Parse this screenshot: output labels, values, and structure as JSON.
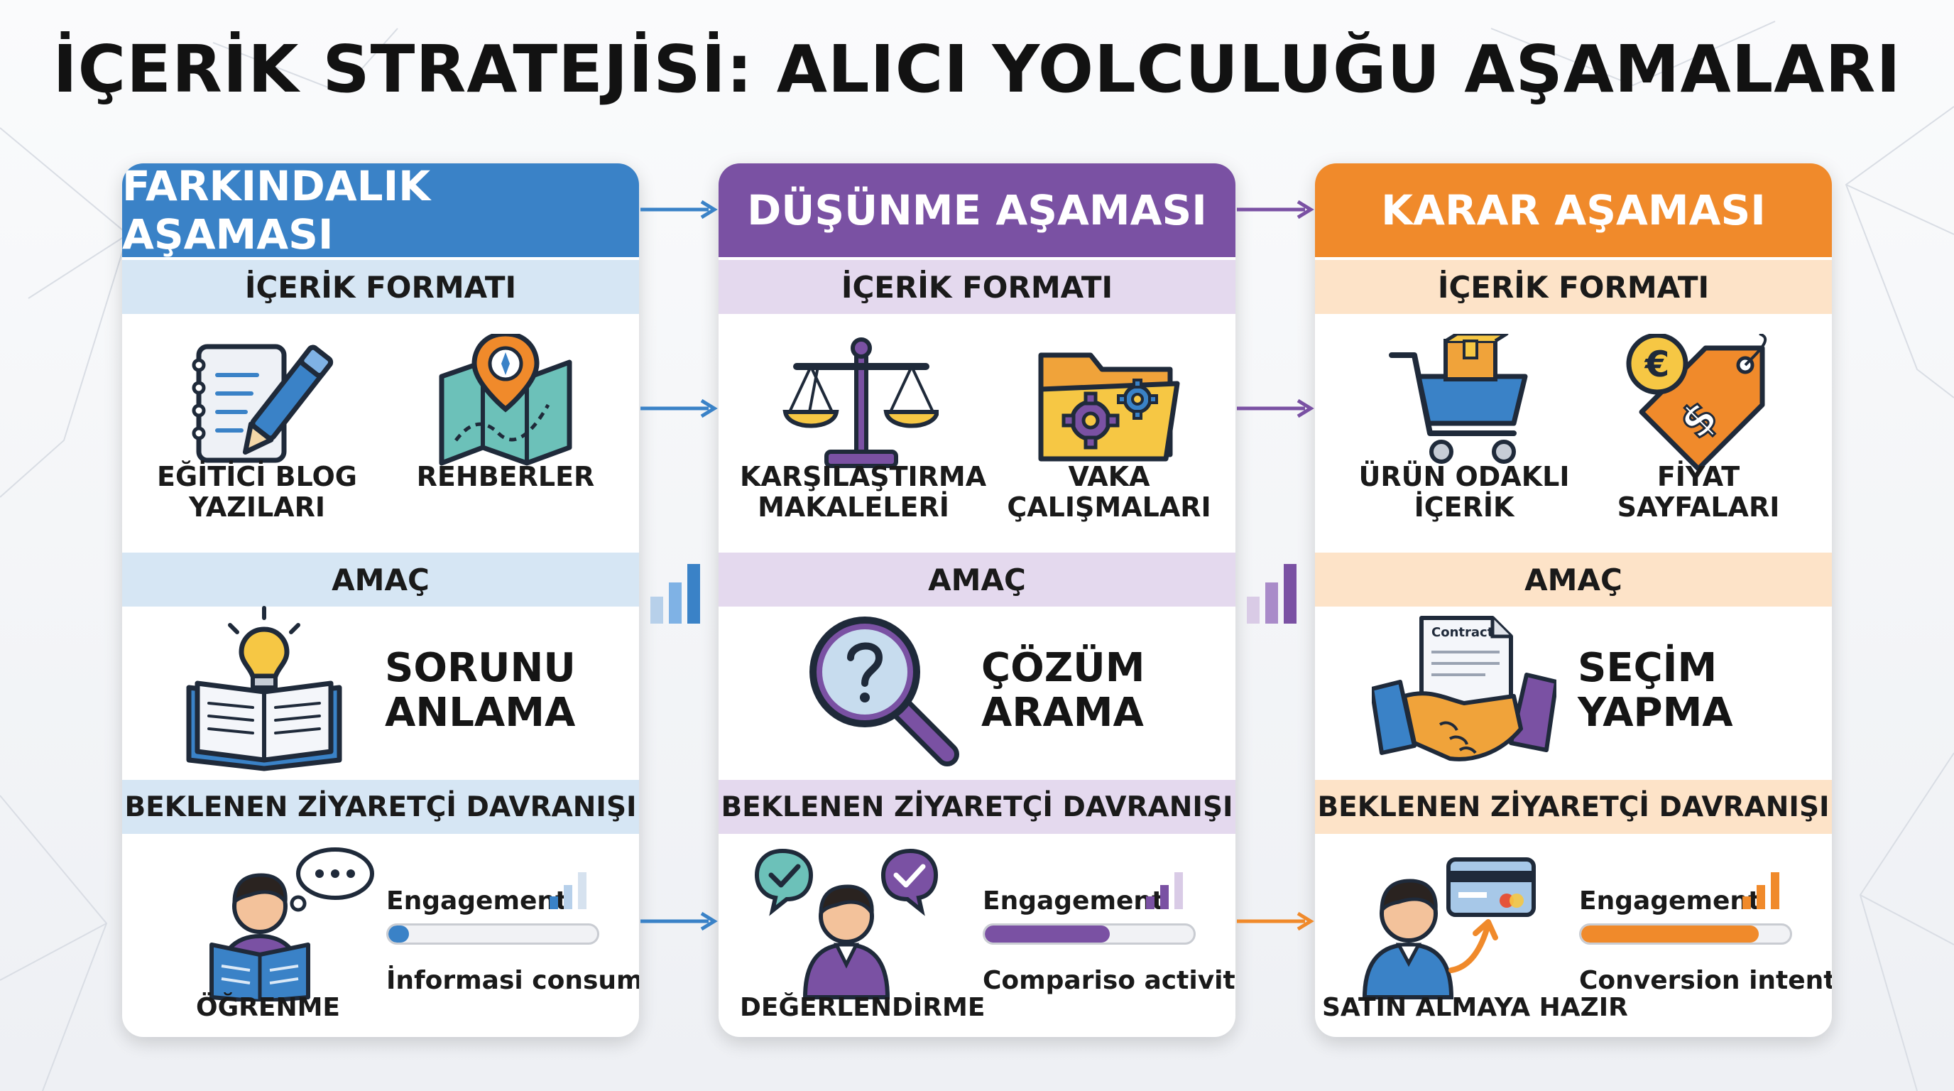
{
  "title": "İÇERİK STRATEJİSİ: ALICI YOLCULUĞU AŞAMALARI",
  "colors": {
    "awareness": "#3a82c7",
    "consideration": "#7a51a3",
    "decision": "#f08a2b",
    "awareness_band": "#d6e6f4",
    "consideration_band": "#e4d9ee",
    "decision_band": "#fde3c8"
  },
  "stages": [
    {
      "header": "FARKINDALIK AŞAMASI",
      "section_format": "İÇERİK FORMATI",
      "formats": [
        {
          "label": "EĞİTİCİ BLOG YAZILARI",
          "icon": "notebook-pen-icon"
        },
        {
          "label": "REHBERLER",
          "icon": "map-pin-icon"
        }
      ],
      "section_goal": "AMAÇ",
      "goal_icon": "open-book-lightbulb-icon",
      "goal": "SORUNU ANLAMA",
      "section_behavior": "BEKLENEN ZİYARETÇİ DAVRANIŞI",
      "behavior_icon": "reading-person-icon",
      "behavior": "ÖĞRENME",
      "engagement_label": "Engagement",
      "engagement_level": 0.1,
      "engagement_caption": "İnformasi consum"
    },
    {
      "header": "DÜŞÜNME AŞAMASI",
      "section_format": "İÇERİK FORMATI",
      "formats": [
        {
          "label": "KARŞILAŞTIRMA MAKALELERİ",
          "icon": "balance-scale-icon"
        },
        {
          "label": "VAKA ÇALIŞMALARI",
          "icon": "folder-gears-icon"
        }
      ],
      "section_goal": "AMAÇ",
      "goal_icon": "magnifier-question-icon",
      "goal": "ÇÖZÜM ARAMA",
      "section_behavior": "BEKLENEN ZİYARETÇİ DAVRANIŞI",
      "behavior_icon": "evaluating-person-icon",
      "behavior": "DEĞERLENDİRME",
      "engagement_label": "Engagement",
      "engagement_level": 0.6,
      "engagement_caption": "Compariso activity"
    },
    {
      "header": "KARAR AŞAMASI",
      "section_format": "İÇERİK FORMATI",
      "formats": [
        {
          "label": "ÜRÜN ODAKLI İÇERİK",
          "icon": "shopping-cart-icon"
        },
        {
          "label": "FİYAT SAYFALARI",
          "icon": "price-tag-icon"
        }
      ],
      "section_goal": "AMAÇ",
      "goal_icon": "contract-handshake-icon",
      "goal": "SEÇİM YAPMA",
      "contract_text": "Contract",
      "section_behavior": "BEKLENEN ZİYARETÇİ DAVRANIŞI",
      "behavior_icon": "buyer-card-icon",
      "behavior": "SATIN ALMAYA HAZIR",
      "engagement_label": "Engagement",
      "engagement_level": 0.85,
      "engagement_caption": "Conversion intent"
    }
  ]
}
